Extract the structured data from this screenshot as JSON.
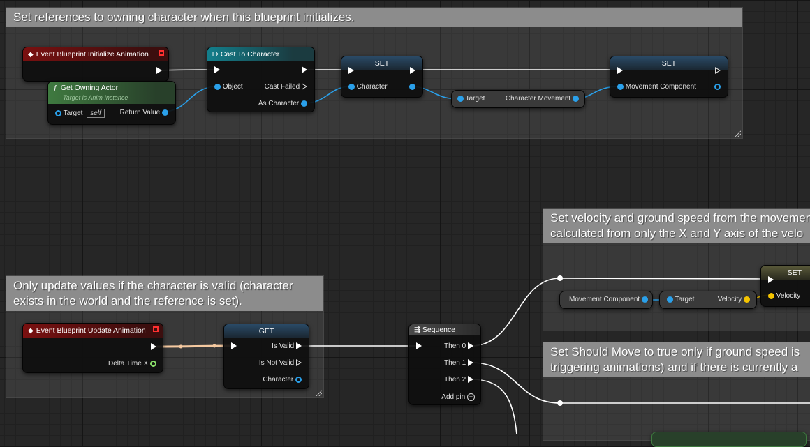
{
  "comments": {
    "init": "Set references to owning character when this blueprint initializes.",
    "update": "Only update values if the character is valid (character\nexists in the world and the reference is set).",
    "velocity": "Set velocity and ground speed from the movemen\ncalculated from only the X and Y axis of the velo",
    "should_move": "Set Should Move to true only if ground speed is\ntriggering animations) and if there is currently a"
  },
  "nodes": {
    "init_event": {
      "title": "Event Blueprint Initialize Animation"
    },
    "get_owning_actor": {
      "title": "Get Owning Actor",
      "subtitle": "Target is Anim Instance",
      "target_label": "Target",
      "target_value": "self",
      "return_label": "Return Value"
    },
    "cast": {
      "title": "Cast To Character",
      "object_label": "Object",
      "cast_failed_label": "Cast Failed",
      "as_character_label": "As Character"
    },
    "set_character": {
      "title": "SET",
      "character_label": "Character"
    },
    "get_char_movement": {
      "target_label": "Target",
      "output_label": "Character Movement"
    },
    "set_movement": {
      "title": "SET",
      "component_label": "Movement Component"
    },
    "update_event": {
      "title": "Event Blueprint Update Animation",
      "delta_label": "Delta Time X"
    },
    "get_valid": {
      "title": "GET",
      "is_valid_label": "Is Valid",
      "is_not_valid_label": "Is Not Valid",
      "character_label": "Character"
    },
    "sequence": {
      "title": "Sequence",
      "then0": "Then 0",
      "then1": "Then 1",
      "then2": "Then 2",
      "add_pin": "Add pin"
    },
    "movement_component_var": {
      "label": "Movement Component"
    },
    "get_velocity": {
      "target_label": "Target",
      "output_label": "Velocity"
    },
    "set_velocity": {
      "title": "SET",
      "velocity_label": "Velocity"
    }
  },
  "colors": {
    "exec_wire": "#ffffff",
    "object_pin": "#2aa0ea",
    "vector_pin": "#f5c400",
    "float_pin": "#8ae06a",
    "event_header": "#7a1010",
    "cast_header": "#127f8c",
    "function_header": "#3f7a40"
  },
  "icons": {
    "event": "event-diamond-icon",
    "function": "function-f-icon",
    "cast": "cast-arrow-icon",
    "sequence": "sequence-icon",
    "add_pin": "plus-circle-icon"
  }
}
